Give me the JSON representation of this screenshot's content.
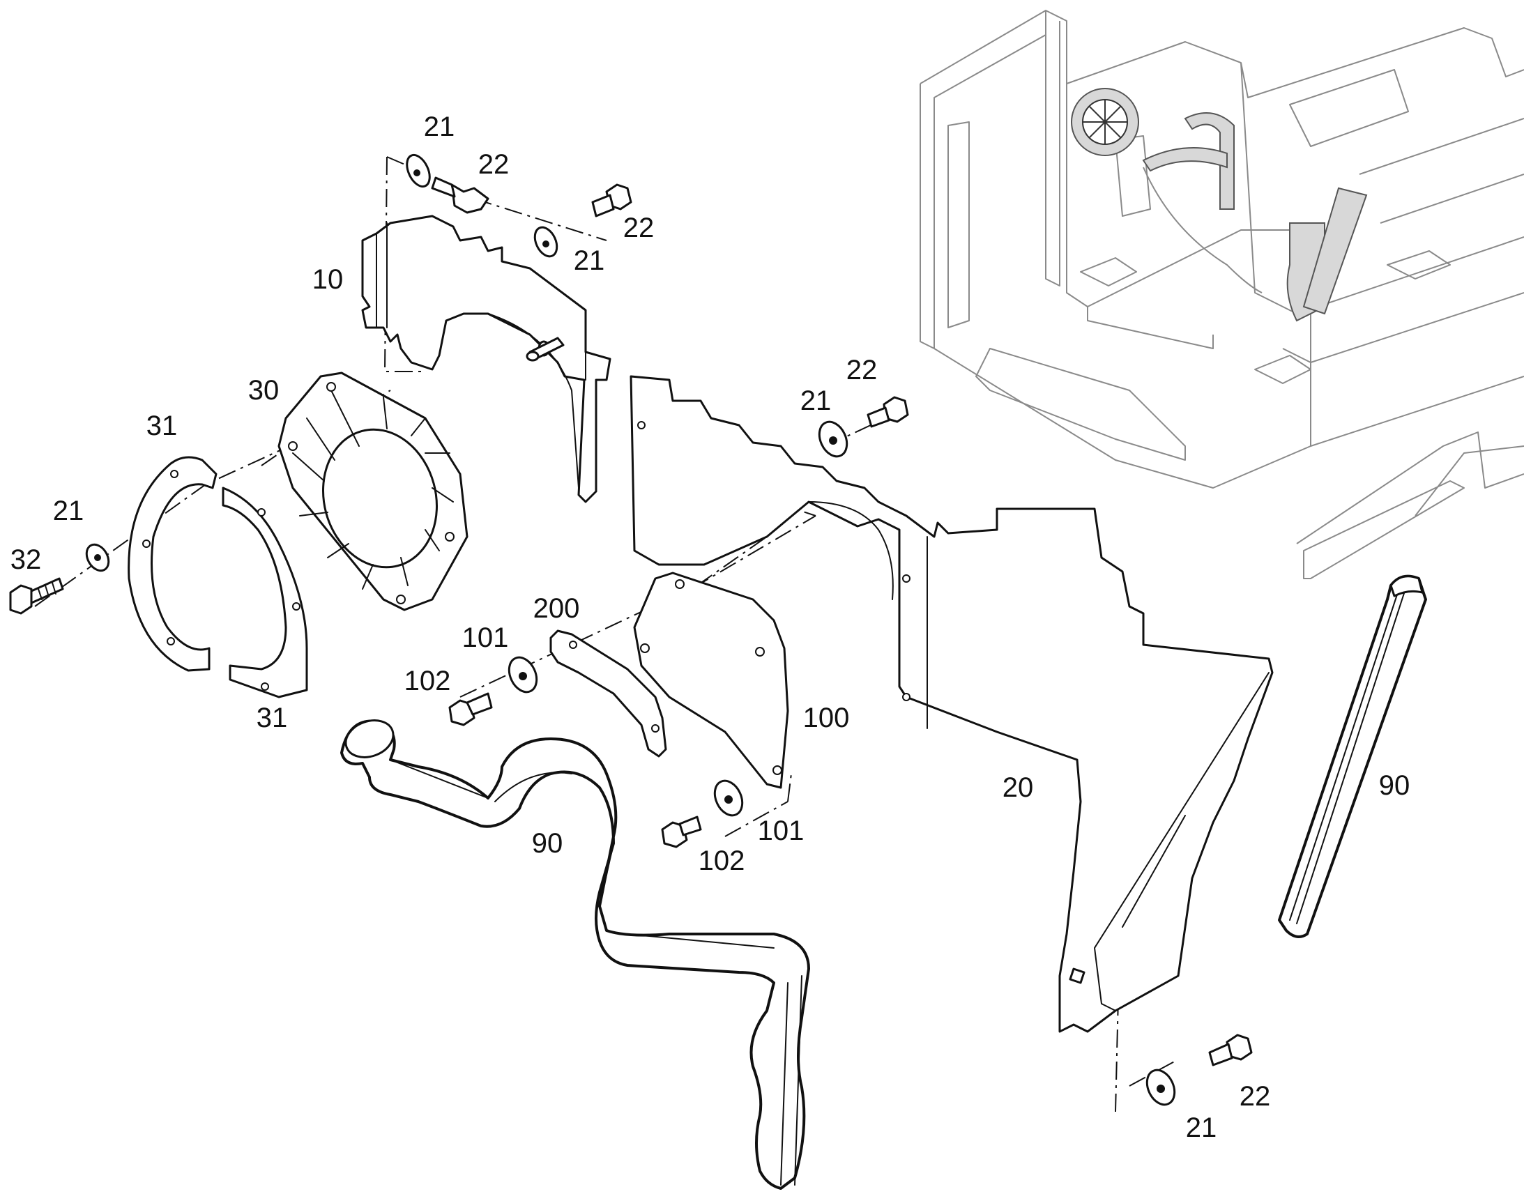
{
  "callouts": [
    {
      "id": "c1",
      "text": "21"
    },
    {
      "id": "c2",
      "text": "22"
    },
    {
      "id": "c3",
      "text": "22"
    },
    {
      "id": "c4",
      "text": "21"
    },
    {
      "id": "c5",
      "text": "10"
    },
    {
      "id": "c6",
      "text": "30"
    },
    {
      "id": "c7",
      "text": "31"
    },
    {
      "id": "c8",
      "text": "21"
    },
    {
      "id": "c9",
      "text": "32"
    },
    {
      "id": "c10",
      "text": "31"
    },
    {
      "id": "c11",
      "text": "22"
    },
    {
      "id": "c12",
      "text": "21"
    },
    {
      "id": "c13",
      "text": "200"
    },
    {
      "id": "c14",
      "text": "101"
    },
    {
      "id": "c15",
      "text": "102"
    },
    {
      "id": "c16",
      "text": "100"
    },
    {
      "id": "c17",
      "text": "101"
    },
    {
      "id": "c18",
      "text": "102"
    },
    {
      "id": "c19",
      "text": "90"
    },
    {
      "id": "c20",
      "text": "20"
    },
    {
      "id": "c21",
      "text": "90"
    },
    {
      "id": "c22",
      "text": "22"
    },
    {
      "id": "c23",
      "text": "21"
    }
  ]
}
